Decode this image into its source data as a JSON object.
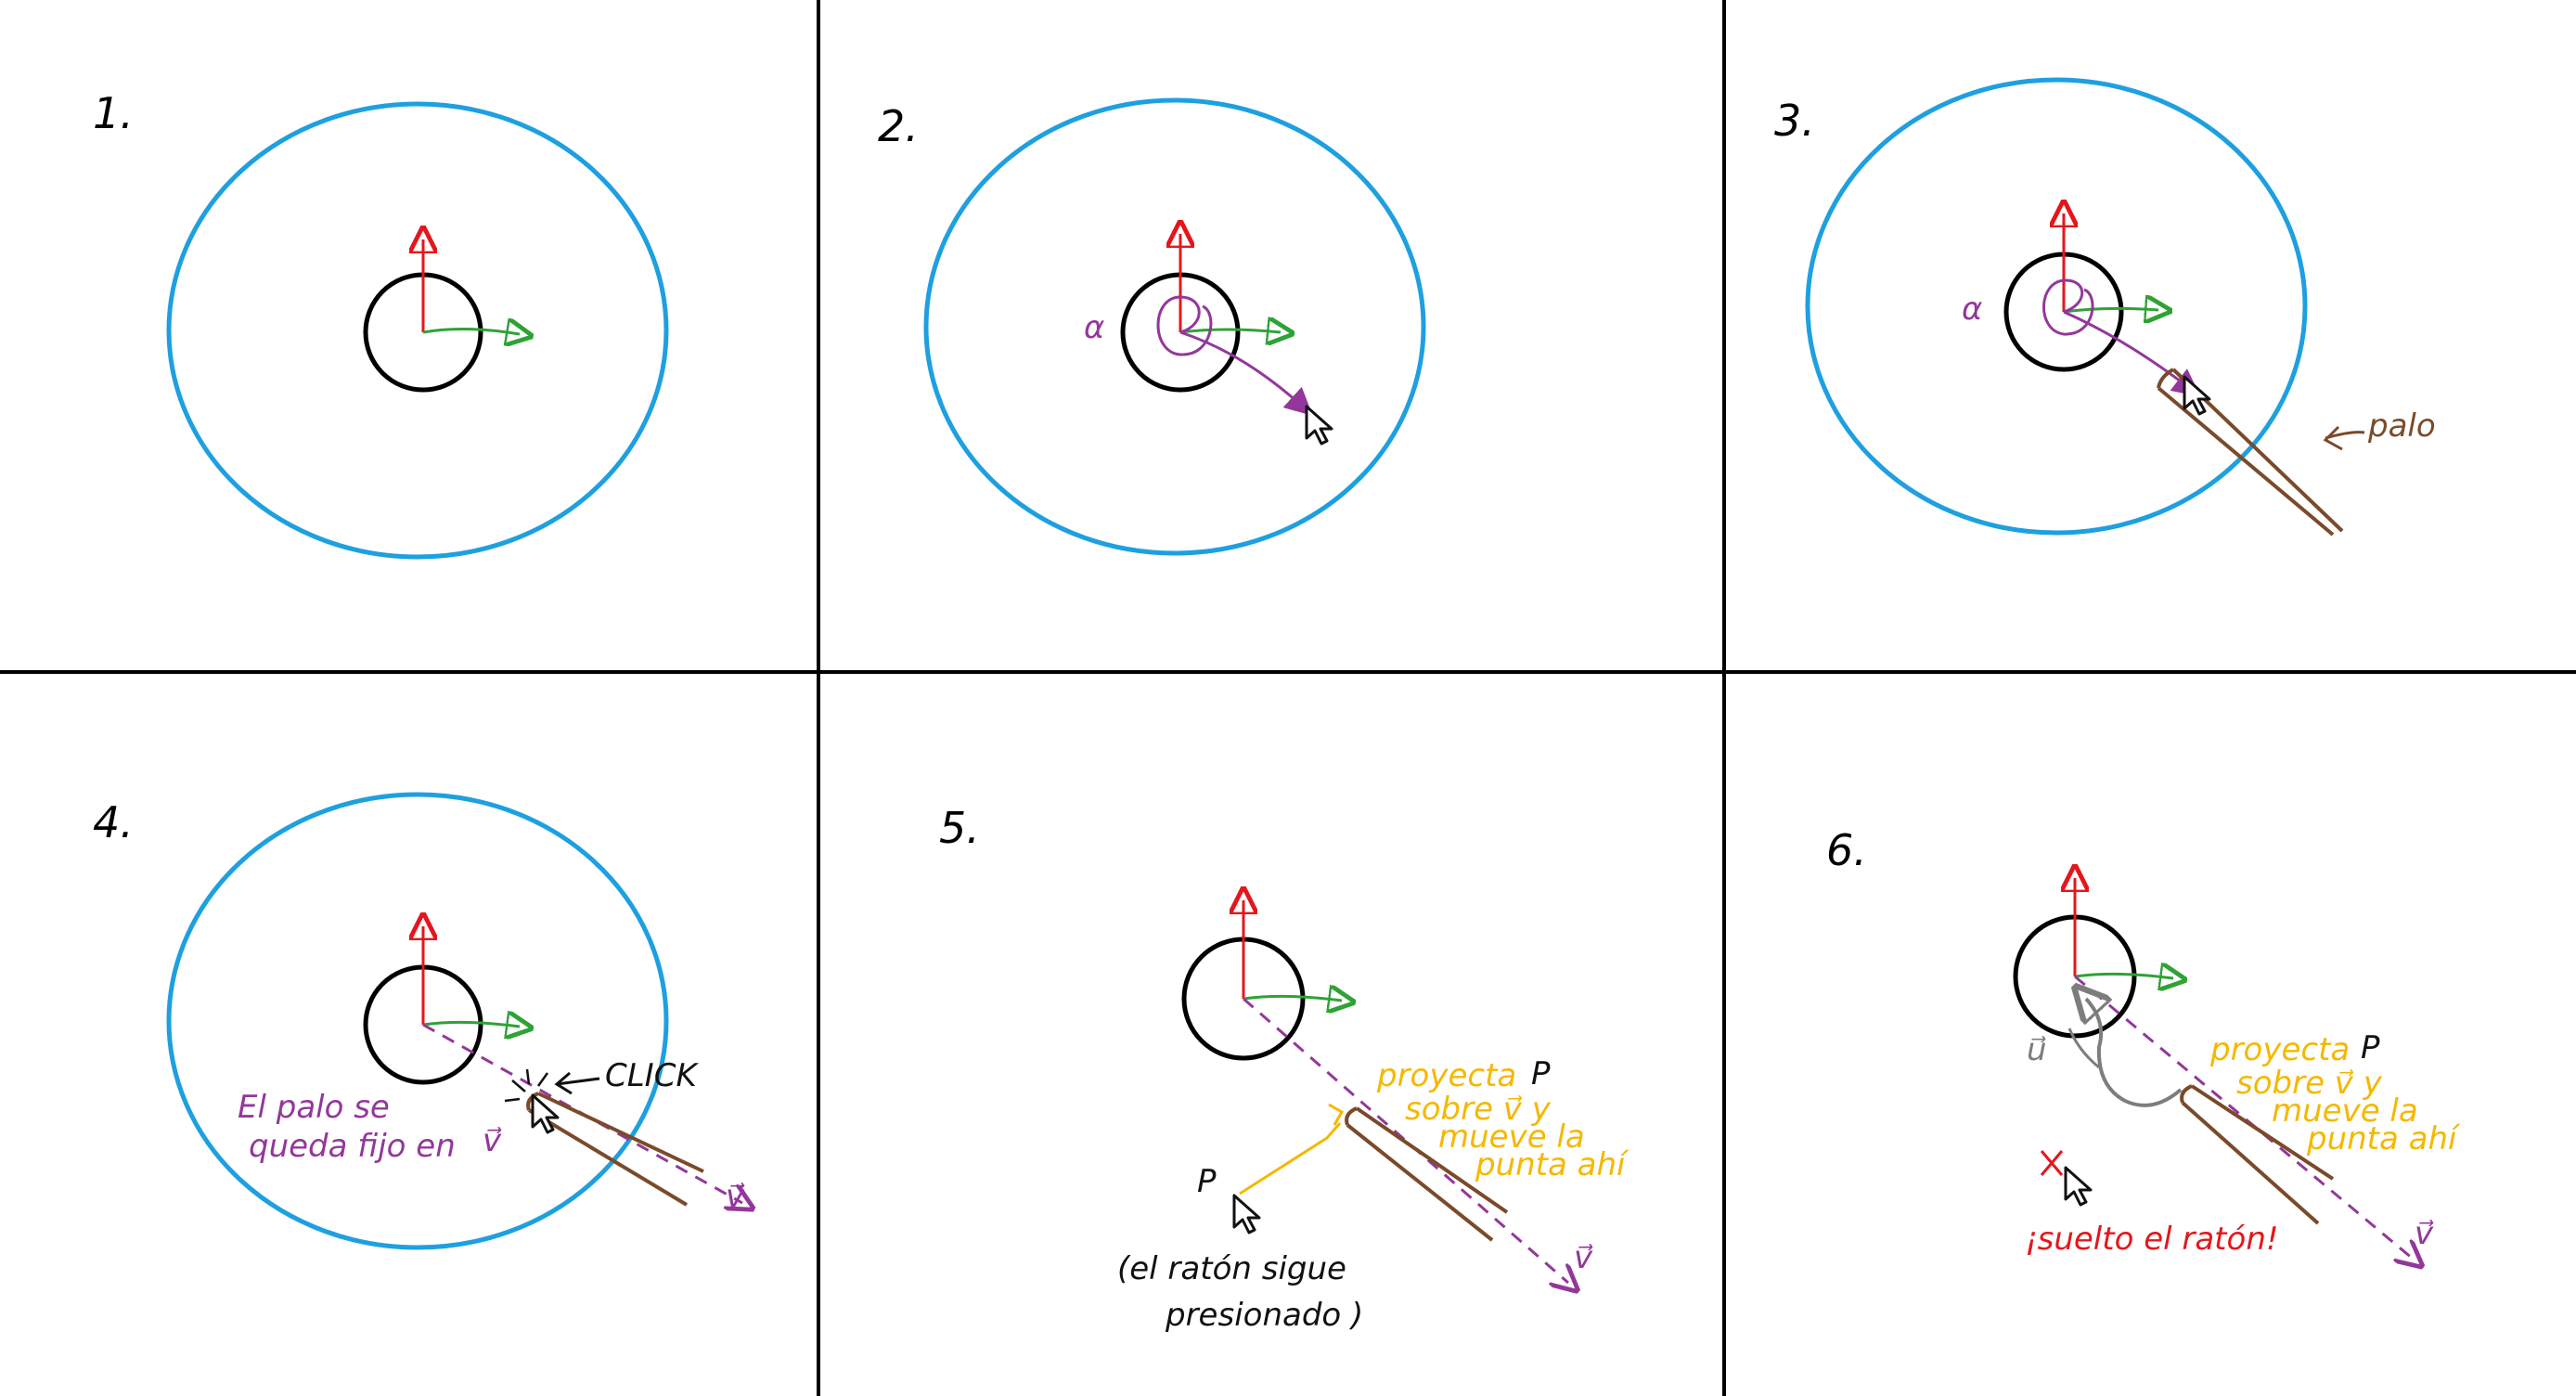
{
  "colors": {
    "table": "#1ea0e0",
    "ball": "#000000",
    "axis_up": "#e5161b",
    "axis_right": "#2fa236",
    "angle": "#93379b",
    "stick": "#7a4a2a",
    "projection": "#f5b800",
    "release": "#e5161b",
    "u_vector": "#7d7d7d"
  },
  "panels": [
    {
      "number": "1."
    },
    {
      "number": "2.",
      "angle_label": "α"
    },
    {
      "number": "3.",
      "angle_label": "α",
      "stick_label": "palo"
    },
    {
      "number": "4.",
      "click_label": "CLICK",
      "note_line1": "El palo se",
      "note_line2": "queda fijo en",
      "v_label": "v⃗"
    },
    {
      "number": "5.",
      "point_label_ghost": "P",
      "point_label_real": "P",
      "proj_line1": "proyecta",
      "proj_line2": "sobre v⃗ y",
      "proj_line3": "mueve la",
      "proj_line4": "punta ahí",
      "mouse_line1": "(el ratón sigue",
      "mouse_line2": "presionado )",
      "v_label": "v⃗"
    },
    {
      "number": "6.",
      "point_label": "P",
      "u_label": "u⃗",
      "proj_line1": "proyecta",
      "proj_line2": "sobre v⃗ y",
      "proj_line3": "mueve la",
      "proj_line4": "punta ahí",
      "release_label": "¡suelto el ratón!",
      "v_label": "v⃗"
    }
  ]
}
